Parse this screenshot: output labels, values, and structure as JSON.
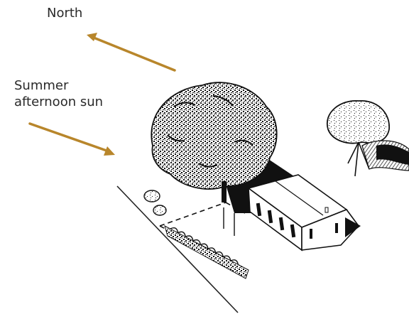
{
  "labels": {
    "north": "North",
    "sun_line1": "Summer",
    "sun_line2": "afternoon sun"
  },
  "colors": {
    "arrow": "#B8862B",
    "ink": "#111111",
    "background": "#FFFFFF"
  },
  "icons": {
    "north_arrow": "arrow-up-left",
    "sun_arrow": "arrow-down-right"
  }
}
